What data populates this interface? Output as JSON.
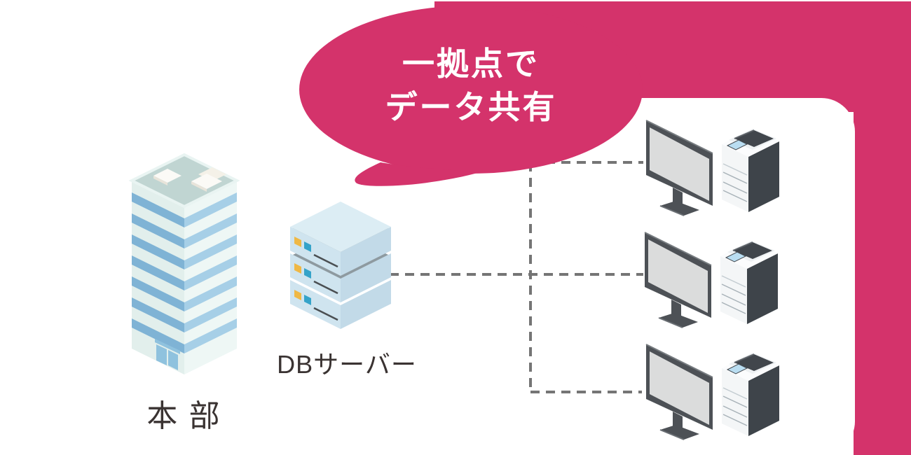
{
  "bubble": {
    "text_line1": "一拠点で",
    "text_line2": "データ共有"
  },
  "labels": {
    "headquarters": "本 部",
    "db_server": "DBサーバー"
  },
  "workstation_count": 3,
  "colors": {
    "accent_pink": "#d4336b",
    "connector_gray": "#757575",
    "card_white": "#ffffff",
    "label_ink": "#3a3332"
  }
}
